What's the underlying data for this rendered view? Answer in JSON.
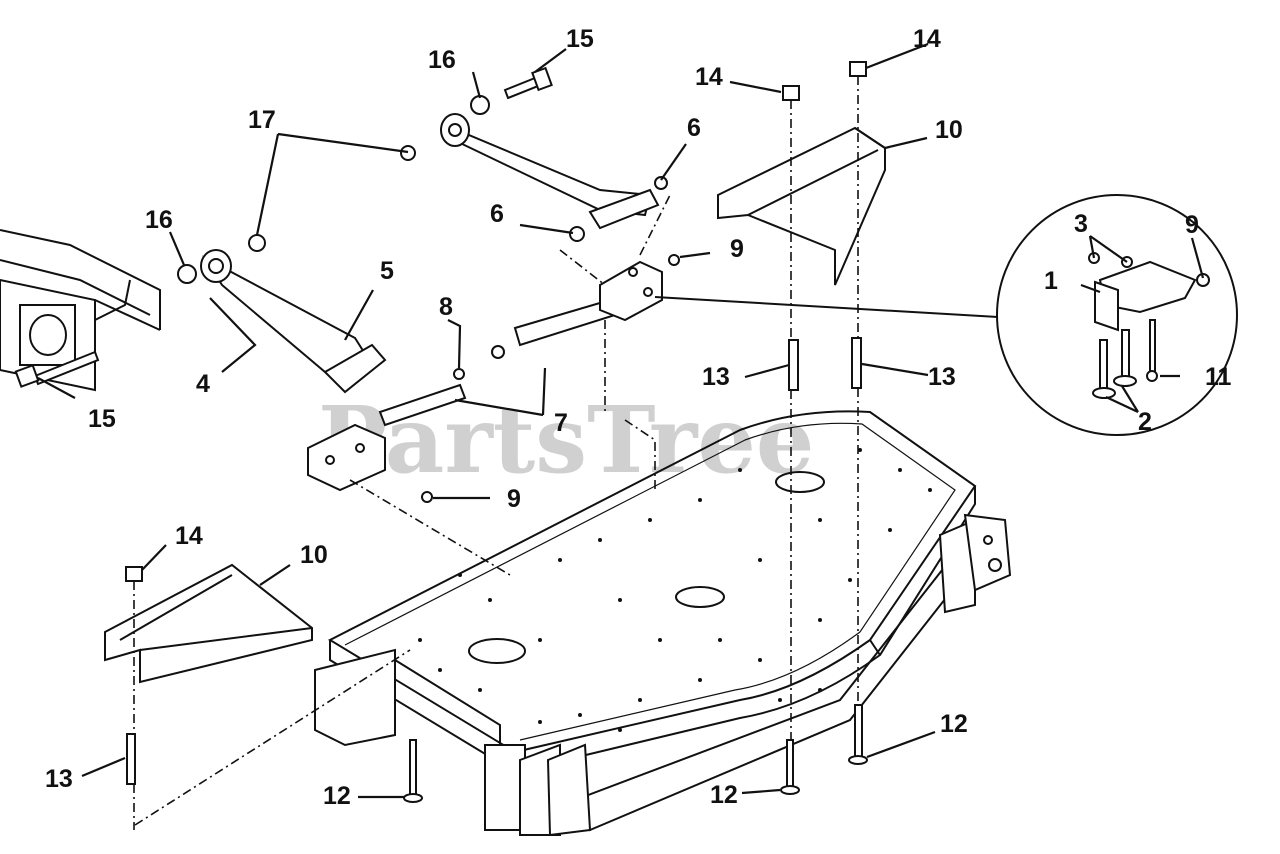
{
  "watermark": "PartsTree",
  "callouts": {
    "c1": "1",
    "c2": "2",
    "c3": "3",
    "c4": "4",
    "c5": "5",
    "c6a": "6",
    "c6b": "6",
    "c7": "7",
    "c8": "8",
    "c9a": "9",
    "c9b": "9",
    "c9c": "9",
    "c10a": "10",
    "c10b": "10",
    "c11": "11",
    "c12a": "12",
    "c12b": "12",
    "c12c": "12",
    "c13a": "13",
    "c13b": "13",
    "c13c": "13",
    "c14a": "14",
    "c14b": "14",
    "c14c": "14",
    "c15a": "15",
    "c15b": "15",
    "c16a": "16",
    "c16b": "16",
    "c17": "17"
  }
}
